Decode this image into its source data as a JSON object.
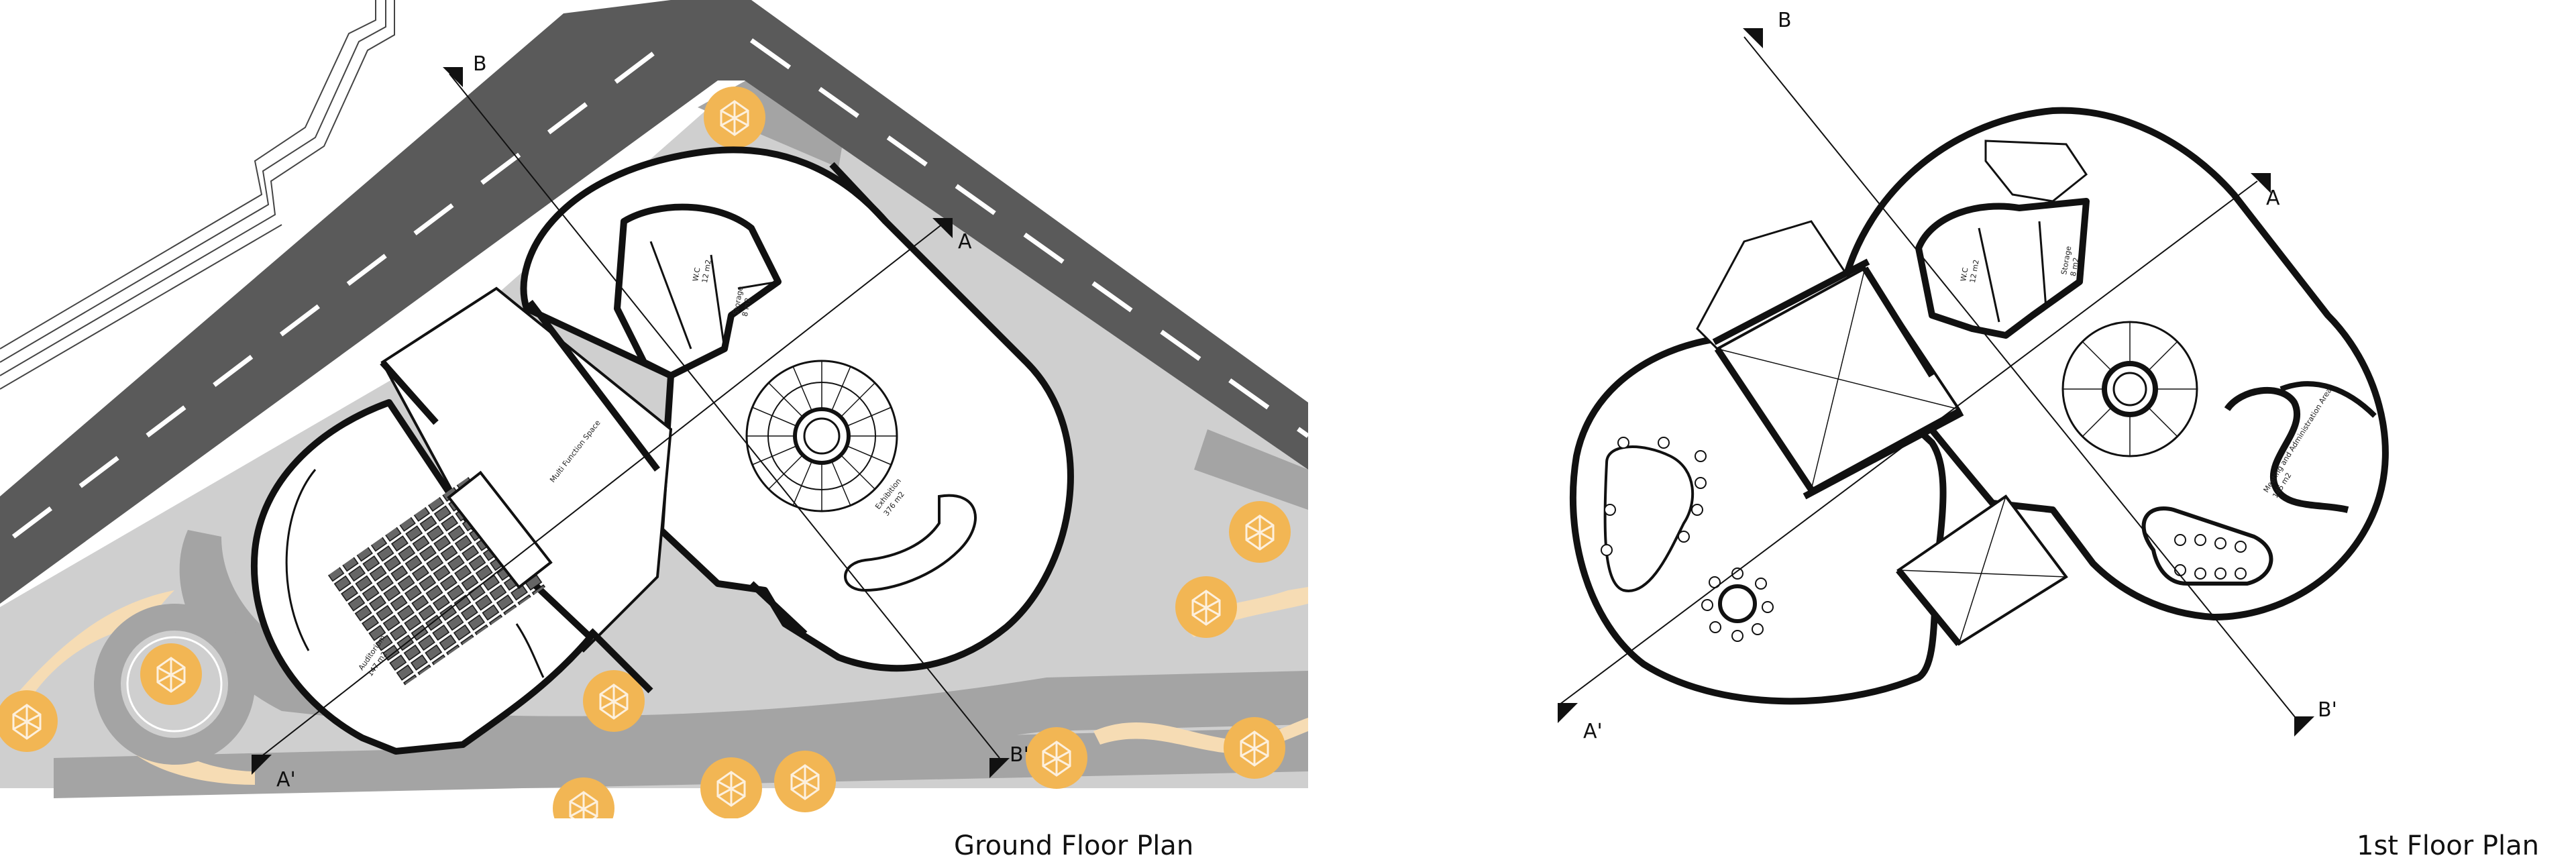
{
  "titles": {
    "ground": "Ground Floor Plan",
    "first": "1st Floor Plan"
  },
  "section_marks": {
    "a": "A",
    "a_prime": "A'",
    "b": "B",
    "b_prime": "B'"
  },
  "ground_rooms": {
    "multi_function": "Multi Function Space",
    "exhibition": "Exhibition",
    "exhibition_area": "376 m2",
    "auditorium": "Auditorium",
    "auditorium_area": "147 m2",
    "wc": "W.C",
    "wc_area": "12 m2",
    "storage": "Storage",
    "storage_area": "8 m2"
  },
  "first_rooms": {
    "meeting": "Meeting and Administration Area",
    "meeting_area": "145 m2",
    "wc": "W.C",
    "wc_area": "12 m2",
    "storage": "Storage",
    "storage_area": "8 m2"
  },
  "colors": {
    "road": "#5a5a5a",
    "path": "#9a9a9a",
    "lawn": "#cfcfcf",
    "tree": "#f2b654",
    "sand": "#f6dcb4",
    "wall": "#111111"
  }
}
